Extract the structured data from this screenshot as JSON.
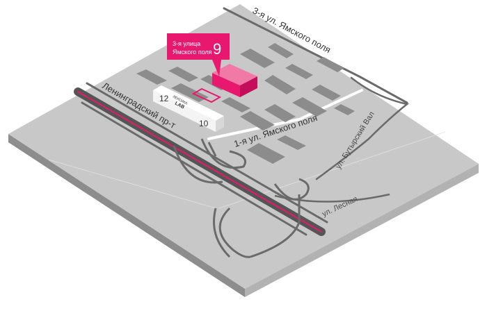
{
  "streets": {
    "yamskoe3": "3-я ул. Ямского поля",
    "yamskoe1": "1-я ул. Ямского поля",
    "leningradsky": "Ленинградский пр-т",
    "butyrsky": "ул. Бутырский Вал",
    "lesnaya": "ул. Лесная"
  },
  "callout": {
    "line1": "3-я улица",
    "line2": "Ямского поля",
    "number": "9"
  },
  "buildings": {
    "left_number": "12",
    "right_number": "10",
    "sign_small": "ЛЕКСИКА",
    "sign_lab": "LAB"
  },
  "colors": {
    "background": "#ffffff",
    "ground_top": "#c9c8c8",
    "ground_left_side": "#8e8d8d",
    "ground_right_side": "#b3b2b2",
    "building": "#8a8a8a",
    "road": "#5f5f5f",
    "accent": "#e8186f",
    "accent_light": "#f07aa5"
  }
}
